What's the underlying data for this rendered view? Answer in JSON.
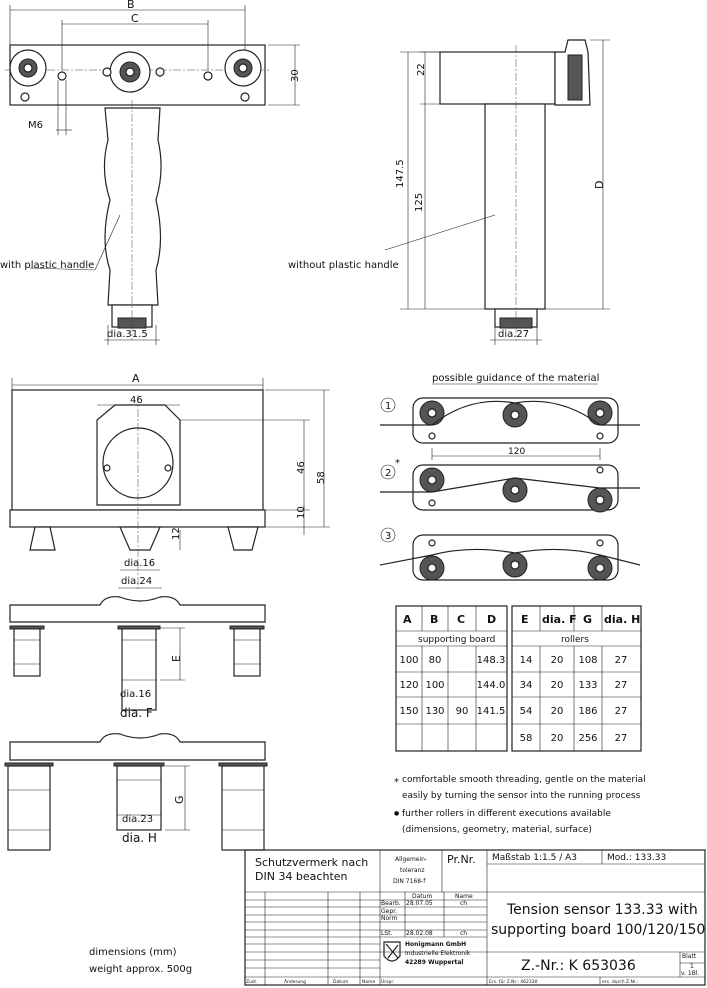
{
  "top_left_view": {
    "dim_b": "B",
    "dim_c": "C",
    "dim_30": "30",
    "thread": "M6",
    "caption": "with plastic handle",
    "diameter": "dia.31.5"
  },
  "top_right_view": {
    "dim_22": "22",
    "dim_147_5": "147.5",
    "dim_125": "125",
    "dim_d": "D",
    "caption": "without plastic handle",
    "diameter": "dia.27"
  },
  "front_view": {
    "dim_a": "A",
    "dim_46_h": "46",
    "dim_46_v": "46",
    "dim_58": "58",
    "dim_10": "10",
    "dim_12": "12",
    "dia_16": "dia.16",
    "dia_24": "dia.24"
  },
  "roller_view_1": {
    "dim_e": "E",
    "dia_16": "dia.16",
    "dia_f": "dia. F"
  },
  "roller_view_2": {
    "dim_g": "G",
    "dia_23": "dia.23",
    "dia_h": "dia. H"
  },
  "guidance": {
    "title": "possible guidance of the material",
    "options": [
      "1",
      "2",
      "3"
    ],
    "option2_mark": "*",
    "dim_120": "120"
  },
  "table": {
    "headers_left": [
      "A",
      "B",
      "C",
      "D"
    ],
    "headers_right": [
      "E",
      "dia. F",
      "G",
      "dia. H"
    ],
    "group_left": "supporting board",
    "group_right": "rollers",
    "rows_left": [
      [
        "100",
        "80",
        "",
        "148.3"
      ],
      [
        "120",
        "100",
        "",
        "144.0"
      ],
      [
        "150",
        "130",
        "90",
        "141.5"
      ],
      [
        "",
        "",
        "",
        ""
      ]
    ],
    "rows_right": [
      [
        "14",
        "20",
        "108",
        "27"
      ],
      [
        "34",
        "20",
        "133",
        "27"
      ],
      [
        "54",
        "20",
        "186",
        "27"
      ],
      [
        "58",
        "20",
        "256",
        "27"
      ]
    ]
  },
  "notes": {
    "star_bullet": "*",
    "note1_line1": "comfortable smooth threading, gentle on the material",
    "note1_line2": "easily by turning the sensor into the running process",
    "dot_bullet": "●",
    "note2_line1": "further rollers in different executions available",
    "note2_line2": "(dimensions, geometry, material, surface)"
  },
  "footer_left": {
    "dimensions": "dimensions (mm)",
    "weight": "weight approx. 500g"
  },
  "title_block": {
    "protection_line1": "Schutzvermerk nach",
    "protection_line2": "DIN 34 beachten",
    "tolerance_line1": "Allgemein-",
    "tolerance_line2": "toleranz",
    "tolerance_line3": "DIN 7168-f",
    "pr_nr": "Pr.Nr.",
    "scale": "Maßstab 1:1.5 /  A3",
    "model": "Mod.: 133.33",
    "col_datum": "Datum",
    "col_name": "Name",
    "row_bearb": "Bearb.",
    "bearb_date": "28.07.05",
    "bearb_name": "ch",
    "row_gepr": "Gepr.",
    "row_norm": "Norm",
    "row_lst": "LSt.",
    "lst_date": "28.02.08",
    "lst_name": "ch",
    "company_line1": "Honigmann GmbH",
    "company_line2": "Industrielle Elektronik",
    "company_line3": "42289  Wuppertal",
    "title_line1": "Tension sensor 133.33 with",
    "title_line2": "supporting board 100/120/150",
    "drawing_number": "Z.-Nr.:  K  653036",
    "sheet_label": "Blatt",
    "sheet_number": "1",
    "sheet_of": "v. 1Bl.",
    "bottom_zust": "Zust.",
    "bottom_aenderung": "Änderung",
    "bottom_datum": "Datum",
    "bottom_name": "Name",
    "bottom_urspr": "Urspr.",
    "replaces": "Ers. für Z.Nr.: 462330",
    "replaced_by": "ers. durch Z.Nr.:"
  }
}
